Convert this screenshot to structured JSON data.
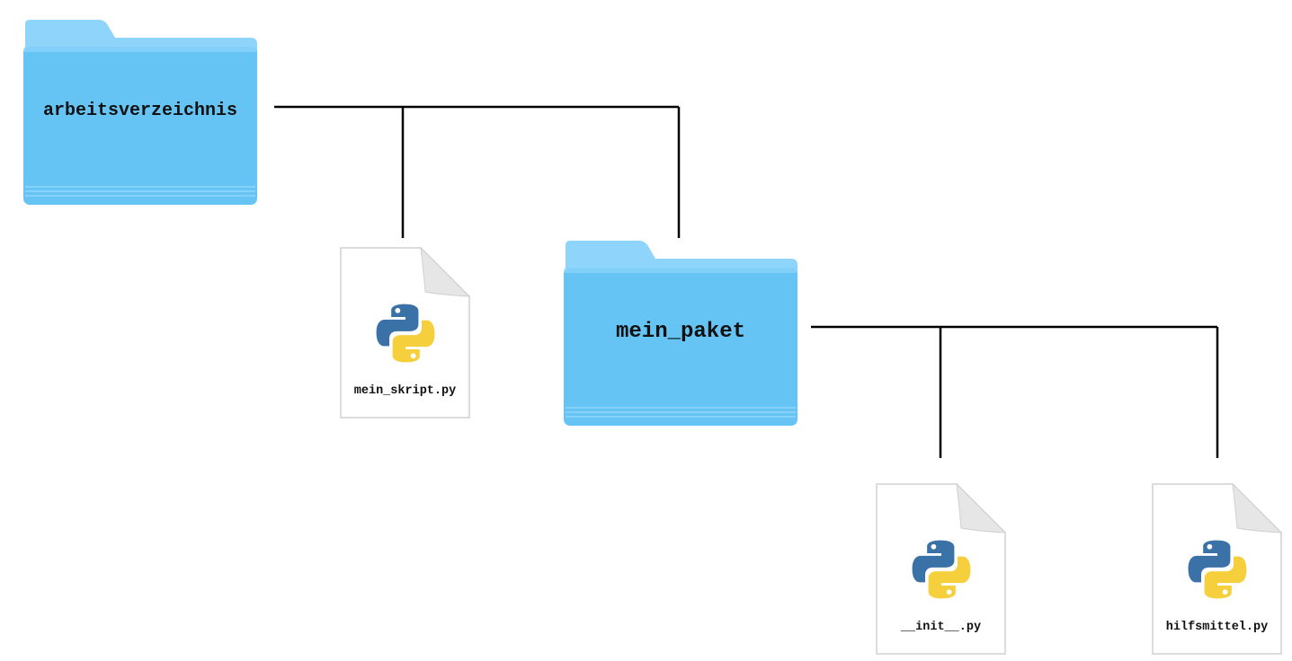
{
  "tree": {
    "root": {
      "name": "arbeitsverzeichnis",
      "kind": "folder",
      "icon": "folder-icon"
    },
    "script": {
      "name": "mein_skript.py",
      "kind": "file",
      "icon": "python-logo-icon"
    },
    "package": {
      "name": "mein_paket",
      "kind": "folder",
      "icon": "folder-icon"
    },
    "init_file": {
      "name": "__init__.py",
      "kind": "file",
      "icon": "python-logo-icon"
    },
    "helper_file": {
      "name": "hilfsmittel.py",
      "kind": "file",
      "icon": "python-logo-icon"
    }
  },
  "colors": {
    "folder_body": "#66c4f5",
    "folder_tab": "#8fd4fb",
    "connector": "#000000",
    "python_blue": "#3a72a8",
    "python_yellow": "#f5d03c"
  }
}
